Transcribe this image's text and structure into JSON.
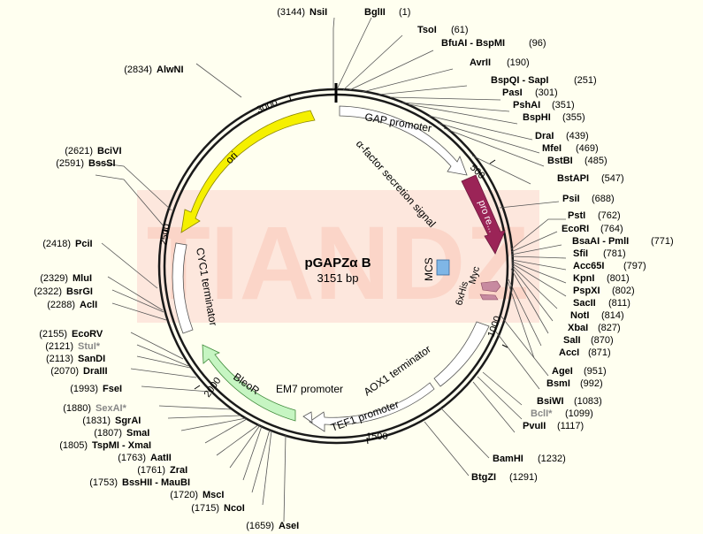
{
  "plasmid": {
    "name": "pGAPZα B",
    "size": "3151 bp",
    "watermark": "TIANDZ"
  },
  "colors": {
    "background": "#fffff0",
    "ori": "#f5f000",
    "alpha_factor": "#9b2457",
    "bleor": "#c6f5c2",
    "mcs": "#7fb6e6",
    "tags": "#c78aa0",
    "watermark": "#fbd5c8"
  },
  "sites": {
    "nsii": {
      "pos": "(3144)",
      "name": "NsiI"
    },
    "bglii": {
      "name": "BglII",
      "pos": "(1)"
    },
    "tsoi": {
      "name": "TsoI",
      "pos": "(61)"
    },
    "bfuai": {
      "name": "BfuAI - BspMI",
      "pos": "(96)"
    },
    "avrii": {
      "name": "AvrII",
      "pos": "(190)"
    },
    "bspqi": {
      "name": "BspQI - SapI",
      "pos": "(251)"
    },
    "psai": {
      "name": "PasI",
      "pos": "(301)"
    },
    "pshai": {
      "name": "PshAI",
      "pos": "(351)"
    },
    "bsphi": {
      "name": "BspHI",
      "pos": "(355)"
    },
    "drai": {
      "name": "DraI",
      "pos": "(439)"
    },
    "mfei": {
      "name": "MfeI",
      "pos": "(469)"
    },
    "bstbi": {
      "name": "BstBI",
      "pos": "(485)"
    },
    "bstapi": {
      "name": "BstAPI",
      "pos": "(547)"
    },
    "psii": {
      "name": "PsiI",
      "pos": "(688)"
    },
    "psti": {
      "name": "PstI",
      "pos": "(762)"
    },
    "ecori": {
      "name": "EcoRI",
      "pos": "(764)"
    },
    "bsaai": {
      "name": "BsaAI - PmlI",
      "pos": "(771)"
    },
    "sfii": {
      "name": "SfiI",
      "pos": "(781)"
    },
    "acc65i": {
      "name": "Acc65I",
      "pos": "(797)"
    },
    "kpni": {
      "name": "KpnI",
      "pos": "(801)"
    },
    "pspxi": {
      "name": "PspXI",
      "pos": "(802)"
    },
    "sacii": {
      "name": "SacII",
      "pos": "(811)"
    },
    "noti": {
      "name": "NotI",
      "pos": "(814)"
    },
    "xbai": {
      "name": "XbaI",
      "pos": "(827)"
    },
    "sali": {
      "name": "SalI",
      "pos": "(870)"
    },
    "acci": {
      "name": "AccI",
      "pos": "(871)"
    },
    "agei": {
      "name": "AgeI",
      "pos": "(951)"
    },
    "bsmi": {
      "name": "BsmI",
      "pos": "(992)"
    },
    "bsiwi": {
      "name": "BsiWI",
      "pos": "(1083)"
    },
    "bcli": {
      "name": "BclI*",
      "pos": "(1099)"
    },
    "pvuii": {
      "name": "PvuII",
      "pos": "(1117)"
    },
    "bamhi": {
      "name": "BamHI",
      "pos": "(1232)"
    },
    "btgzi": {
      "name": "BtgZI",
      "pos": "(1291)"
    },
    "asei": {
      "pos": "(1659)",
      "name": "AseI"
    },
    "ncoi": {
      "pos": "(1715)",
      "name": "NcoI"
    },
    "msci": {
      "pos": "(1720)",
      "name": "MscI"
    },
    "bsshii": {
      "pos": "(1753)",
      "name": "BssHII - MauBI"
    },
    "zrai": {
      "pos": "(1761)",
      "name": "ZraI"
    },
    "aatii": {
      "pos": "(1763)",
      "name": "AatII"
    },
    "tspmi": {
      "pos": "(1805)",
      "name": "TspMI - XmaI"
    },
    "smai": {
      "pos": "(1807)",
      "name": "SmaI"
    },
    "sgrai": {
      "pos": "(1831)",
      "name": "SgrAI"
    },
    "sexai": {
      "pos": "(1880)",
      "name": "SexAI*"
    },
    "fsei": {
      "pos": "(1993)",
      "name": "FseI"
    },
    "draiii": {
      "pos": "(2070)",
      "name": "DraIII"
    },
    "sandi": {
      "pos": "(2113)",
      "name": "SanDI"
    },
    "stui": {
      "pos": "(2121)",
      "name": "StuI*"
    },
    "ecorv": {
      "pos": "(2155)",
      "name": "EcoRV"
    },
    "acli": {
      "pos": "(2288)",
      "name": "AclI"
    },
    "bsrgi": {
      "pos": "(2322)",
      "name": "BsrGI"
    },
    "mlui": {
      "pos": "(2329)",
      "name": "MluI"
    },
    "pcii": {
      "pos": "(2418)",
      "name": "PciI"
    },
    "bsssi": {
      "pos": "(2591)",
      "name": "BssSI"
    },
    "bcivi": {
      "pos": "(2621)",
      "name": "BciVI"
    },
    "alwni": {
      "pos": "(2834)",
      "name": "AlwNI"
    }
  },
  "features": {
    "gap_promoter": "GAP promoter",
    "alpha_factor": "α-factor secretion signal",
    "pro_re": "pro re...",
    "mcs": "MCS",
    "myc": "Myc",
    "his": "6xHis",
    "aox1": "AOX1 terminator",
    "tef1": "TEF1 promoter",
    "em7": "EM7 promoter",
    "bleor": "BleoR",
    "cyc1": "CYC1 terminator",
    "ori": "ori"
  },
  "ticks": {
    "t500": "500",
    "t1000": "1000",
    "t1500": "1500",
    "t2000": "2000",
    "t2500": "2500",
    "t3000": "3000"
  }
}
